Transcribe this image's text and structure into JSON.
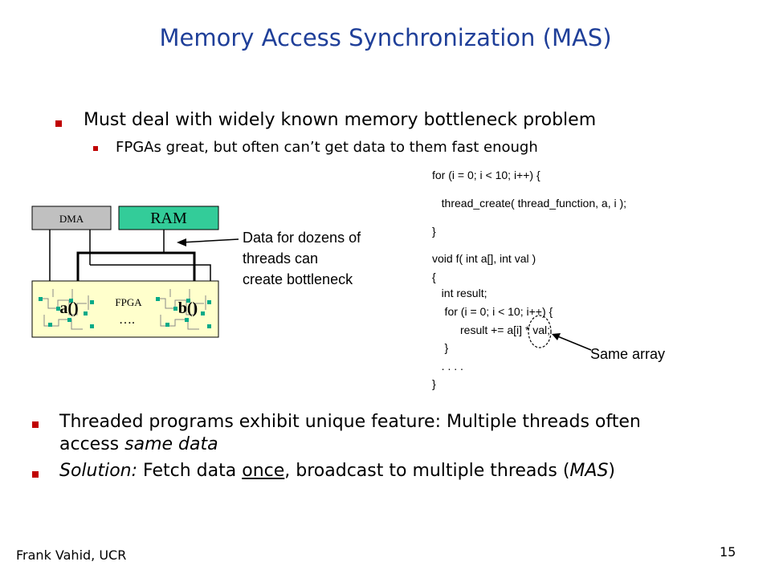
{
  "slide": {
    "title": "Memory Access Synchronization (MAS)",
    "bullets_top": {
      "main": "Must deal with widely known memory bottleneck problem",
      "sub": "FPGAs great, but often can’t get data to them fast enough"
    },
    "diagram": {
      "dma_label": "DMA",
      "ram_label": "RAM",
      "fpga_label": "FPGA",
      "a_label": "a()",
      "b_label": "b()",
      "dots": "….",
      "annotation_lines": [
        "Data for dozens of",
        "threads can",
        "create bottleneck"
      ]
    },
    "code": {
      "lines": [
        "for (i = 0; i < 10; i++) {",
        "   thread_create( thread_function, a, i );",
        "}",
        "void f( int a[], int val )",
        "{",
        "   int result;",
        "    for (i = 0; i < 10; i++) {",
        "         result += a[i] * val;",
        "    }",
        "   . . . .",
        "}"
      ],
      "callout": "Same array"
    },
    "bullets_bottom": {
      "item1_line1": "Threaded programs exhibit unique feature: Multiple threads often",
      "item1_line2_prefix": "access ",
      "item1_line2_italic": "same data",
      "item2_italic": "Solution:",
      "item2_mid": " Fetch data ",
      "item2_underline": "once",
      "item2_rest": ", broadcast to multiple threads (",
      "item2_italic2": "MAS",
      "item2_end": ")"
    },
    "footer": {
      "author": "Frank Vahid, UCR",
      "page_number": "15"
    }
  }
}
